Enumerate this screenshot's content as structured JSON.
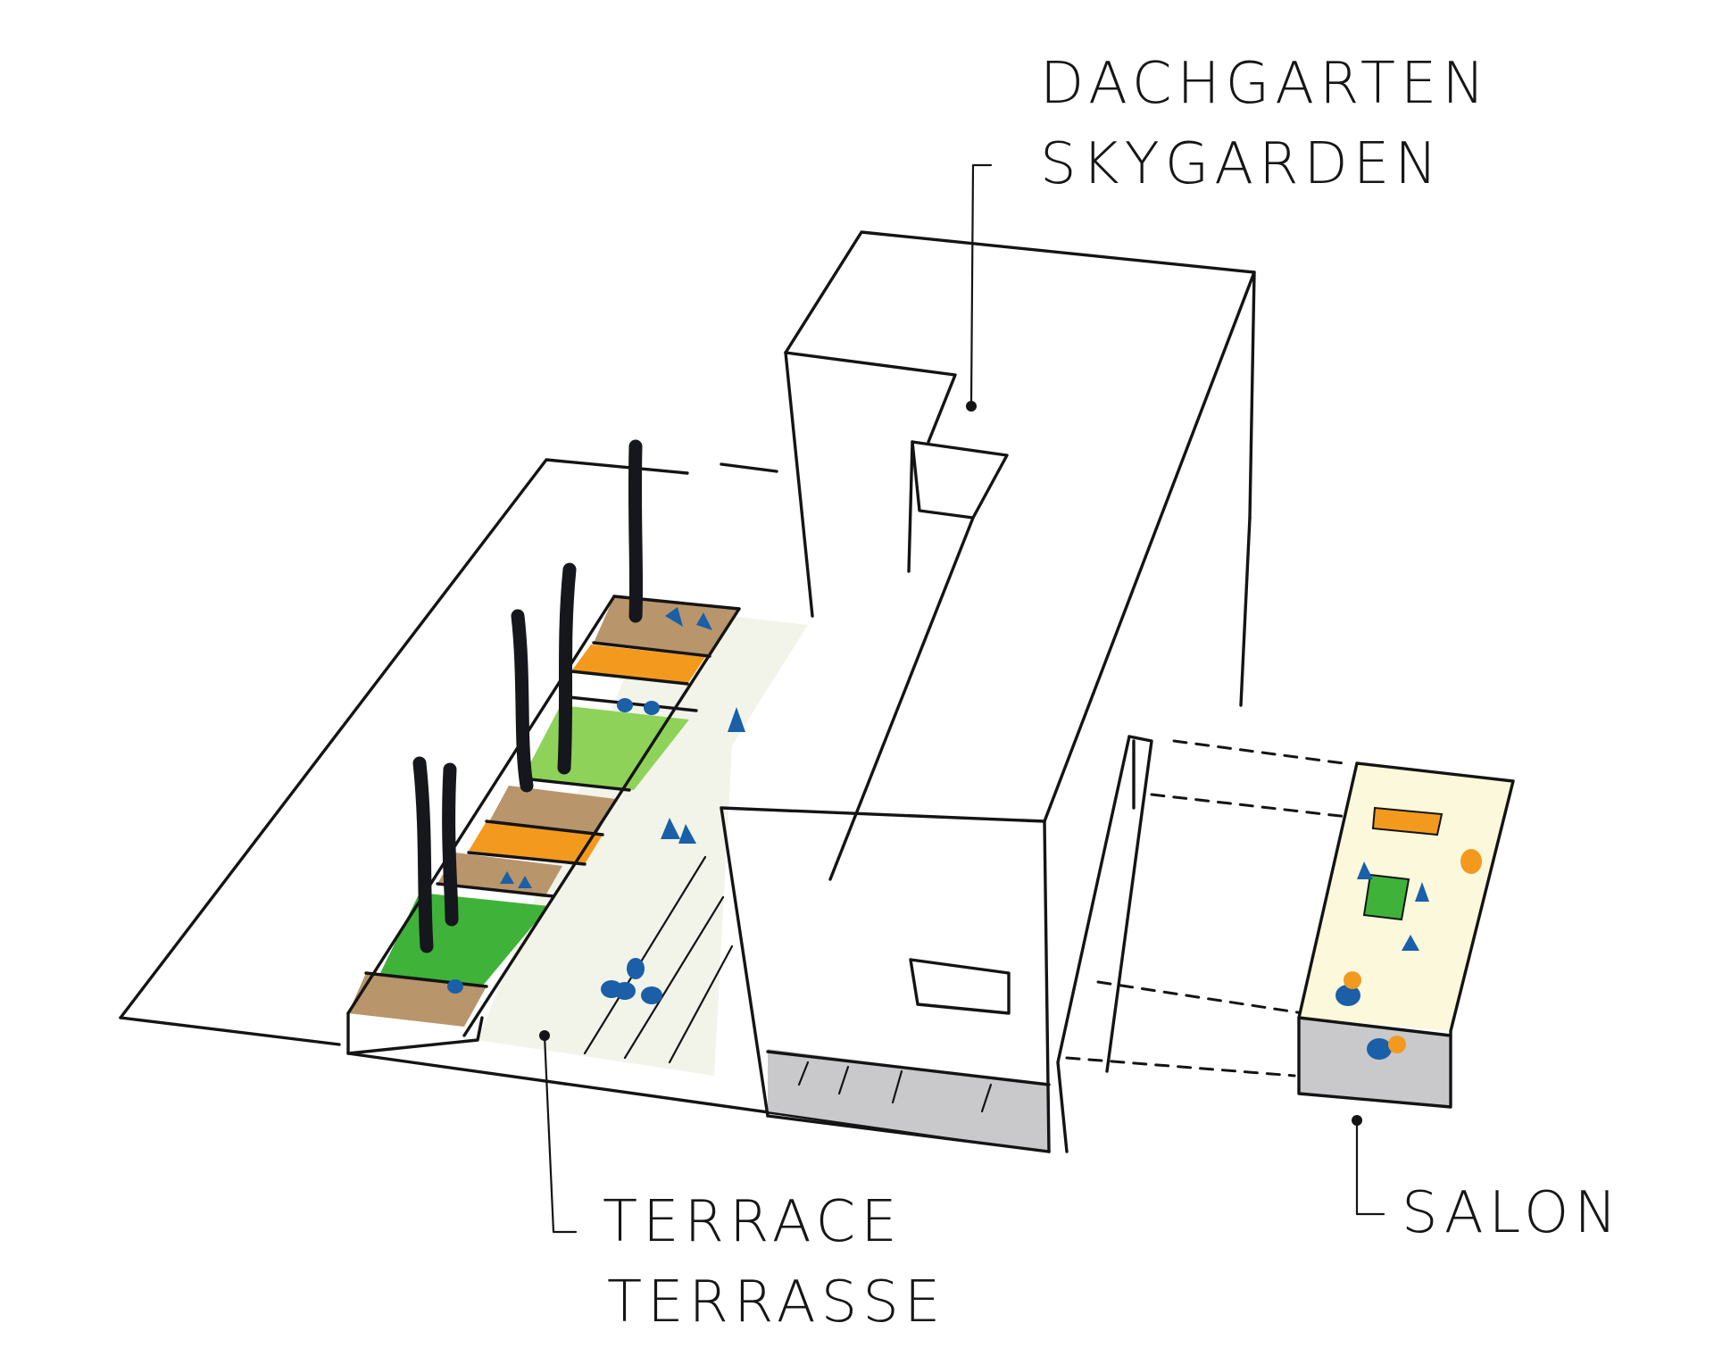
{
  "labels": {
    "roof_garden_de": "DACHGARTEN",
    "roof_garden_en": "SKYGARDEN",
    "terrace_en": "TERRACE",
    "terrace_de": "TERRASSE",
    "salon": "SALON"
  },
  "colors": {
    "ink": "#141414",
    "lawn": "#3fb23a",
    "lawn_light": "#8fd25a",
    "soil": "#b8956b",
    "bench": "#f39a1e",
    "figure": "#1a5fa8",
    "promenade": "#f2f4ea",
    "salon_floor": "#fbf8dc",
    "shadow": "#c9c9cc"
  }
}
